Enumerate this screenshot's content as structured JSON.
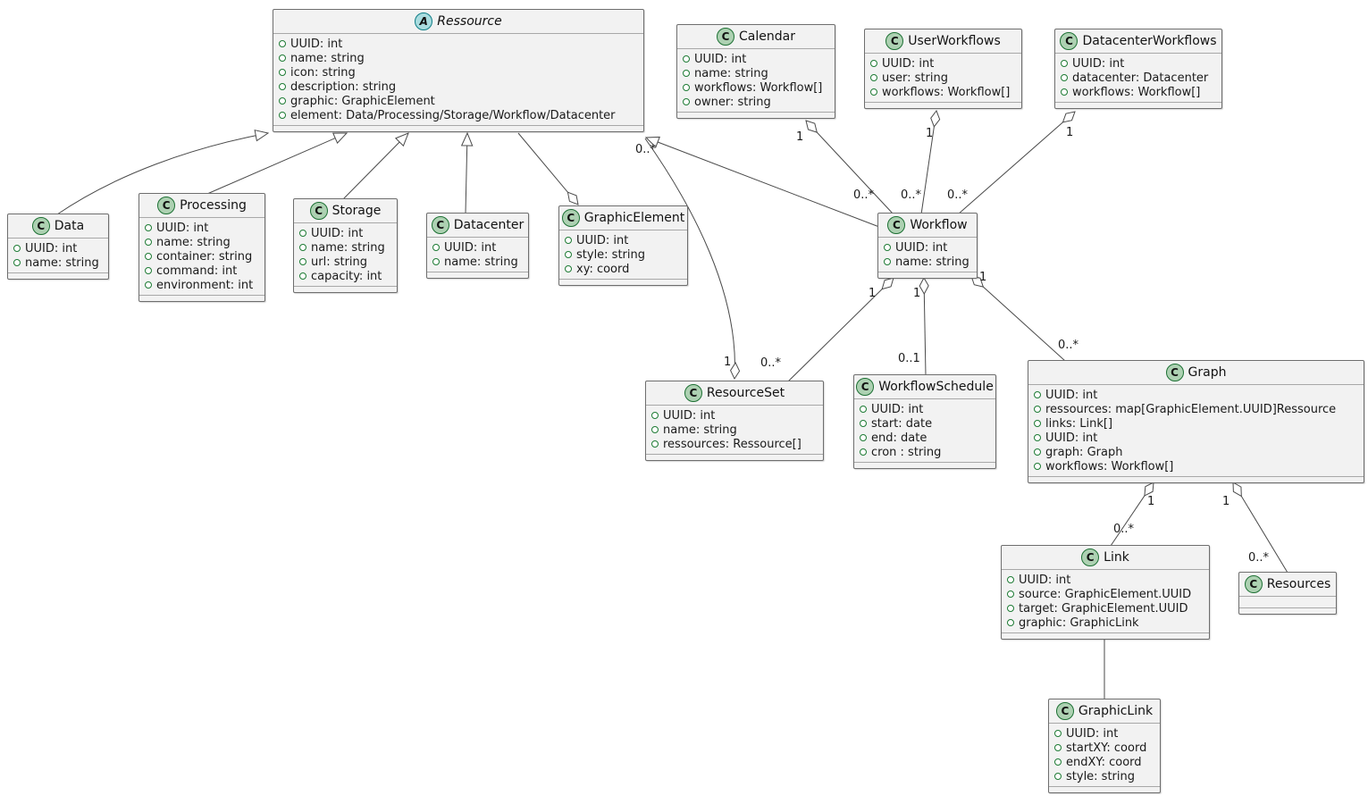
{
  "diagram": {
    "type": "uml-class-diagram",
    "colors": {
      "class_fill": "#f2f2f2",
      "class_border": "#6e6e6e",
      "edge_line": "#4a4a4a",
      "class_icon_fill": "#ADD1B2",
      "class_icon_border": "#1c7033",
      "abstract_icon_fill": "#A9DCDF",
      "abstract_icon_border": "#0e7d86",
      "field_marker_green": "#1e7b34"
    }
  },
  "classes": {
    "ressource": {
      "icon_letter": "A",
      "stereotype": "abstract",
      "name": "Ressource",
      "attrs": [
        "UUID: int",
        "name: string",
        "icon: string",
        "description: string",
        "graphic: GraphicElement",
        "element: Data/Processing/Storage/Workflow/Datacenter"
      ]
    },
    "calendar": {
      "icon_letter": "C",
      "stereotype": "class",
      "name": "Calendar",
      "attrs": [
        "UUID: int",
        "name: string",
        "workflows: Workflow[]",
        "owner: string"
      ]
    },
    "user_workflows": {
      "icon_letter": "C",
      "stereotype": "class",
      "name": "UserWorkflows",
      "attrs": [
        "UUID: int",
        "user: string",
        "workflows: Workflow[]"
      ]
    },
    "datacenter_workflows": {
      "icon_letter": "C",
      "stereotype": "class",
      "name": "DatacenterWorkflows",
      "attrs": [
        "UUID: int",
        "datacenter: Datacenter",
        "workflows: Workflow[]"
      ]
    },
    "data": {
      "icon_letter": "C",
      "stereotype": "class",
      "name": "Data",
      "attrs": [
        "UUID: int",
        "name: string"
      ]
    },
    "processing": {
      "icon_letter": "C",
      "stereotype": "class",
      "name": "Processing",
      "attrs": [
        "UUID: int",
        "name: string",
        "container: string",
        "command: int",
        "environment: int"
      ]
    },
    "storage": {
      "icon_letter": "C",
      "stereotype": "class",
      "name": "Storage",
      "attrs": [
        "UUID: int",
        "name: string",
        "url: string",
        "capacity: int"
      ]
    },
    "datacenter": {
      "icon_letter": "C",
      "stereotype": "class",
      "name": "Datacenter",
      "attrs": [
        "UUID: int",
        "name: string"
      ]
    },
    "graphic_element": {
      "icon_letter": "C",
      "stereotype": "class",
      "name": "GraphicElement",
      "attrs": [
        "UUID: int",
        "style: string",
        "xy: coord"
      ]
    },
    "workflow": {
      "icon_letter": "C",
      "stereotype": "class",
      "name": "Workflow",
      "attrs": [
        "UUID: int",
        "name: string"
      ]
    },
    "resource_set": {
      "icon_letter": "C",
      "stereotype": "class",
      "name": "ResourceSet",
      "attrs": [
        "UUID: int",
        "name: string",
        "ressources: Ressource[]"
      ]
    },
    "workflow_schedule": {
      "icon_letter": "C",
      "stereotype": "class",
      "name": "WorkflowSchedule",
      "attrs": [
        "UUID: int",
        "start: date",
        "end: date",
        "cron : string"
      ]
    },
    "graph": {
      "icon_letter": "C",
      "stereotype": "class",
      "name": "Graph",
      "attrs": [
        "UUID: int",
        "ressources: map[GraphicElement.UUID]Ressource",
        "links: Link[]",
        "UUID: int",
        "graph: Graph",
        "workflows: Workflow[]"
      ]
    },
    "link": {
      "icon_letter": "C",
      "stereotype": "class",
      "name": "Link",
      "attrs": [
        "UUID: int",
        "source: GraphicElement.UUID",
        "target: GraphicElement.UUID",
        "graphic: GraphicLink"
      ]
    },
    "resources": {
      "icon_letter": "C",
      "stereotype": "class",
      "name": "Resources",
      "attrs": []
    },
    "graphic_link": {
      "icon_letter": "C",
      "stereotype": "class",
      "name": "GraphicLink",
      "attrs": [
        "UUID: int",
        "startXY: coord",
        "endXY: coord",
        "style: string"
      ]
    }
  },
  "edges": {
    "data_ressource": {
      "kind": "generalization",
      "source": "Data",
      "target": "Ressource"
    },
    "processing_ressource": {
      "kind": "generalization",
      "source": "Processing",
      "target": "Ressource"
    },
    "storage_ressource": {
      "kind": "generalization",
      "source": "Storage",
      "target": "Ressource"
    },
    "datacenter_ressource": {
      "kind": "generalization",
      "source": "Datacenter",
      "target": "Ressource"
    },
    "workflow_ressource": {
      "kind": "generalization",
      "source": "Workflow",
      "target": "Ressource"
    },
    "graphicelement_ressource": {
      "kind": "aggregation",
      "source": "GraphicElement",
      "target": "Ressource"
    },
    "calendar_workflow": {
      "kind": "aggregation",
      "source": "Calendar",
      "target": "Workflow",
      "source_mult": "1",
      "target_mult": "0..*"
    },
    "userworkflows_workflow": {
      "kind": "aggregation",
      "source": "UserWorkflows",
      "target": "Workflow",
      "source_mult": "1",
      "target_mult": "0..*"
    },
    "datacenterworkflows_workflow": {
      "kind": "aggregation",
      "source": "DatacenterWorkflows",
      "target": "Workflow",
      "source_mult": "1",
      "target_mult": "0..*"
    },
    "workflow_resourceset": {
      "kind": "aggregation",
      "source": "Workflow",
      "target": "ResourceSet",
      "source_mult": "1",
      "target_mult": "0..*"
    },
    "workflow_schedule": {
      "kind": "aggregation",
      "source": "Workflow",
      "target": "WorkflowSchedule",
      "source_mult": "1",
      "target_mult": "0..1"
    },
    "workflow_graph": {
      "kind": "aggregation",
      "source": "Workflow",
      "target": "Graph",
      "source_mult": "1",
      "target_mult": "0..*"
    },
    "resourceset_ressource": {
      "kind": "aggregation",
      "source": "ResourceSet",
      "target": "Ressource",
      "source_mult": "1",
      "target_mult": "0..*"
    },
    "graph_link": {
      "kind": "aggregation",
      "source": "Graph",
      "target": "Link",
      "source_mult": "1",
      "target_mult": "0..*"
    },
    "graph_resources": {
      "kind": "aggregation",
      "source": "Graph",
      "target": "Resources",
      "source_mult": "1",
      "target_mult": "0..*"
    },
    "link_graphiclink": {
      "kind": "association",
      "source": "Link",
      "target": "GraphicLink"
    }
  }
}
